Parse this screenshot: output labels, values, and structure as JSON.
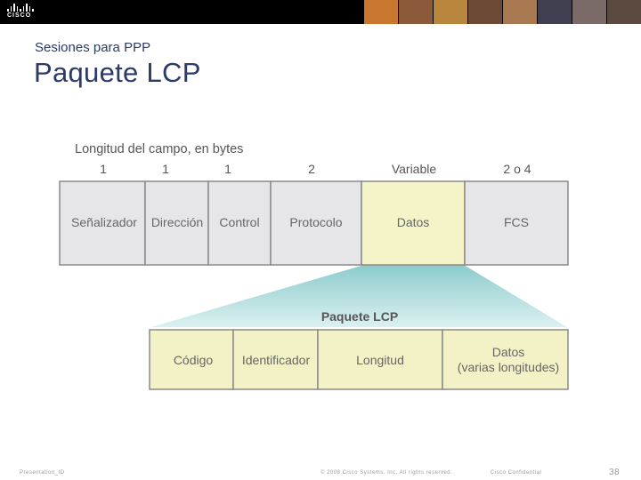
{
  "slide": {
    "subtitle": "Sesiones para PPP",
    "title": "Paquete LCP"
  },
  "diagram": {
    "length_heading": "Longitud del campo, en bytes",
    "ppp_frame": {
      "sizes": [
        "1",
        "1",
        "1",
        "2",
        "Variable",
        "2 o 4"
      ],
      "fields": [
        "Señalizador",
        "Dirección",
        "Control",
        "Protocolo",
        "Datos",
        "FCS"
      ]
    },
    "lcp_packet": {
      "label": "Paquete LCP",
      "fields": [
        "Código",
        "Identificador",
        "Longitud"
      ],
      "data_field_line1": "Datos",
      "data_field_line2": "(varias longitudes)"
    }
  },
  "footer": {
    "presentation_id": "Presentation_ID",
    "copyright": "© 2008 Cisco Systems, Inc. All rights reserved.",
    "confidential": "Cisco Confidential",
    "page_number": "38"
  },
  "colors": {
    "title": "#2b3a67",
    "frame_fill": "#e6e6e8",
    "data_fill": "#f4f4c8",
    "lcp_fill": "#f2f2c6",
    "funnel": "#9fd4d4"
  }
}
